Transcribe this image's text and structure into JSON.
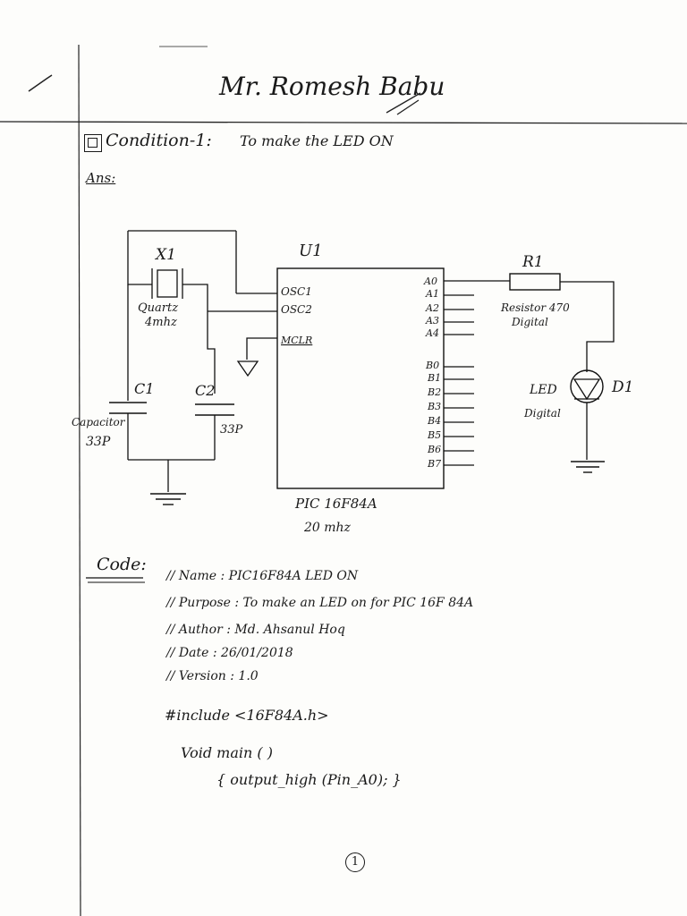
{
  "header": {
    "title": "Mr. Romesh Babu"
  },
  "condition": {
    "label": "Condition-1:",
    "text": "To make the LED ON"
  },
  "answer_label": "Ans:",
  "circuit": {
    "crystal_ref": "X1",
    "crystal_desc_1": "Quartz",
    "crystal_desc_2": "4mhz",
    "cap1_ref": "C1",
    "cap2_ref": "C2",
    "cap1_desc_1": "Capacitor",
    "cap1_desc_2": "33P",
    "cap2_desc": "33P",
    "ic_ref": "U1",
    "ic_pins_left": [
      "OSC1",
      "OSC2",
      "MCLR"
    ],
    "ic_pins_a": [
      "A0",
      "A1",
      "A2",
      "A3",
      "A4"
    ],
    "ic_pins_b": [
      "B0",
      "B1",
      "B2",
      "B3",
      "B4",
      "B5",
      "B6",
      "B7"
    ],
    "ic_name": "PIC 16F84A",
    "ic_freq": "20 mhz",
    "resistor_ref": "R1",
    "resistor_desc_1": "Resistor 470",
    "resistor_desc_2": "Digital",
    "led_label": "LED",
    "led_ref": "D1",
    "led_desc": "Digital"
  },
  "code": {
    "label": "Code:",
    "lines": [
      "// Name : PIC16F84A  LED ON",
      "// Purpose : To make an LED on for PIC 16F 84A",
      "// Author : Md. Ahsanul Hoq",
      "// Date : 26/01/2018",
      "// Version : 1.0",
      "#include <16F84A.h>",
      "Void main ( )",
      "{ output_high (Pin_A0); }"
    ]
  },
  "page_number": "1"
}
